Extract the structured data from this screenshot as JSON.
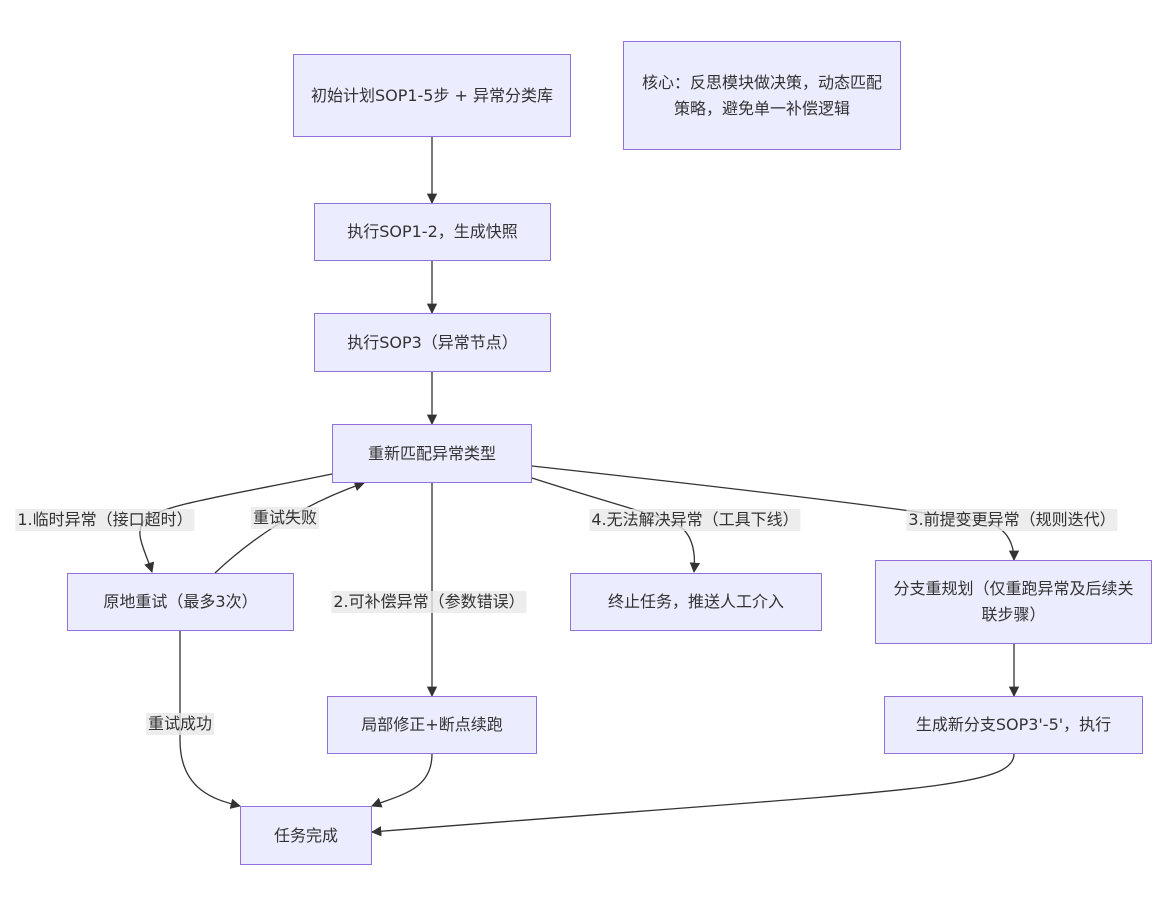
{
  "nodes": {
    "start": "初始计划SOP1-5步 + 异常分类库",
    "note": "核心：反思模块做决策，动态匹配策略，避免单一补偿逻辑",
    "exec12": "执行SOP1-2，生成快照",
    "exec3": "执行SOP3（异常节点）",
    "match": "重新匹配异常类型",
    "retry": "原地重试（最多3次）",
    "stop": "终止任务，推送人工介入",
    "replan": "分支重规划（仅重跑异常及后续关联步骤）",
    "fix": "局部修正+断点续跑",
    "newbranch": "生成新分支SOP3'-5'，执行",
    "done": "任务完成"
  },
  "edge_labels": {
    "temp": "1.临时异常（接口超时）",
    "retry_fail": "重试失败",
    "comp": "2.可补偿异常（参数错误）",
    "unsolv": "4.无法解决异常（工具下线）",
    "premise": "3.前提变更异常（规则迭代）",
    "retry_ok": "重试成功"
  },
  "colors": {
    "node_fill": "#ececff",
    "node_border": "#9370db",
    "edge": "#333333",
    "label_bg": "#e8e8e8"
  }
}
